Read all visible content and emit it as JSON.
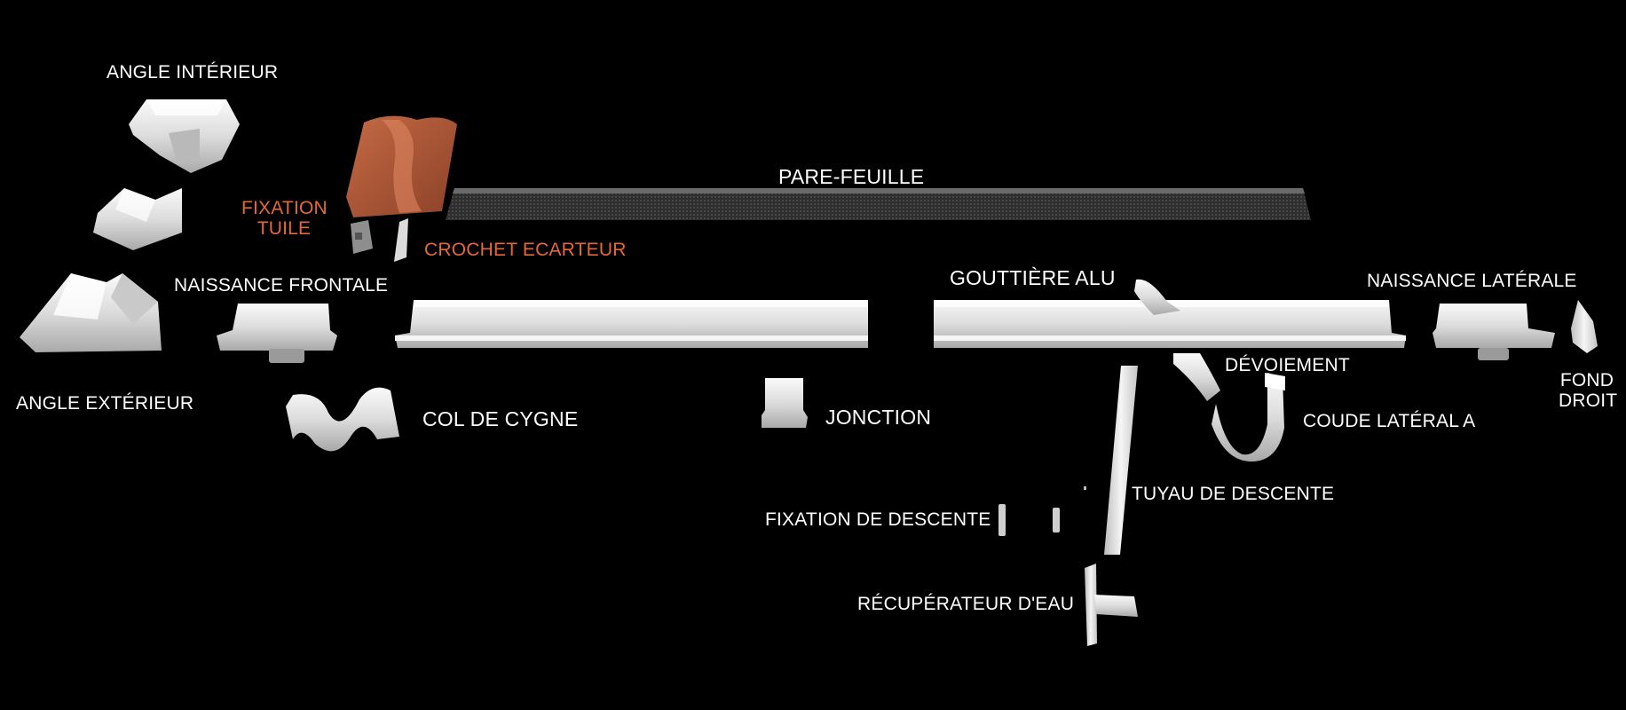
{
  "labels": {
    "angle_interieur": "ANGLE INTÉRIEUR",
    "fixation_tuile_1": "FIXATION",
    "fixation_tuile_2": "TUILE",
    "pare_feuille": "PARE-FEUILLE",
    "crochet_ecarteur": "CROCHET ECARTEUR",
    "naissance_frontale": "NAISSANCE FRONTALE",
    "gouttiere_alu": "GOUTTIÈRE ALU",
    "naissance_laterale": "NAISSANCE LATÉRALE",
    "angle_exterieur": "ANGLE EXTÉRIEUR",
    "col_de_cygne": "COL DE CYGNE",
    "jonction": "JONCTION",
    "devoiement": "DÉVOIEMENT",
    "coude_lateral": "COUDE LATÉRAL A",
    "fond_droit_1": "FOND",
    "fond_droit_2": "DROIT",
    "tuyau_de_descente": "TUYAU DE DESCENTE",
    "fixation_de_descente": "FIXATION DE DESCENTE",
    "recuperateur_eau": "RÉCUPÉRATEUR D'EAU"
  },
  "colors": {
    "background": "#000000",
    "label": "#ffffff",
    "accent": "#e5683a",
    "tile": "#b05a3a",
    "metal": "#e4e4e4",
    "mesh": "#3c3c3c"
  }
}
